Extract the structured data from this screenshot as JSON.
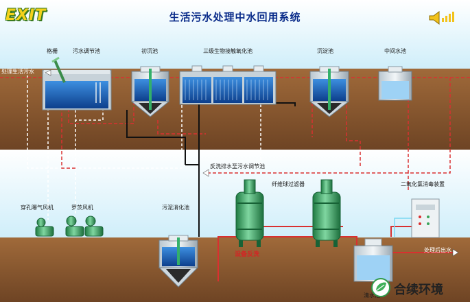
{
  "header": {
    "exit_label": "EXIT",
    "title": "生活污水处理中水回用系统",
    "sound_icon": "speaker-icon"
  },
  "labels": {
    "grille": "格栅",
    "sewage_regulating_tank": "污水调节池",
    "primary_settling_tank": "初沉池",
    "bio_contact_oxidation_tank": "三级生物接触氧化池",
    "secondary_settling_tank": "沉淀池",
    "intermediate_water_tank": "中间水池",
    "domestic_sewage_inlet": "处理生活污水",
    "backwash_return": "反洗排水至污水调节池",
    "fiber_ball_filter": "纤维球过滤器",
    "chlorine_dioxide_disinfector": "二氧化氯消毒装置",
    "perforated_aeration_fan": "穿孔曝气风机",
    "roots_blower": "罗茨风机",
    "sludge_digestion_tank": "污泥消化池",
    "equipment_backwash": "设备反洗",
    "treated_water_out": "处理后出水",
    "clear_water_tank": "清水池"
  },
  "brand": {
    "name": "合续环境",
    "logo_icon": "leaf-logo-icon"
  },
  "colors": {
    "sky": "#d9f1fb",
    "ground": "#8b5c33",
    "water": "#1b63b8",
    "sewage_line": "#d93030",
    "air_line": "#ffffff",
    "sludge_line": "#111111",
    "title": "#0a2c8a",
    "filter_green": "#2e9e5a"
  }
}
